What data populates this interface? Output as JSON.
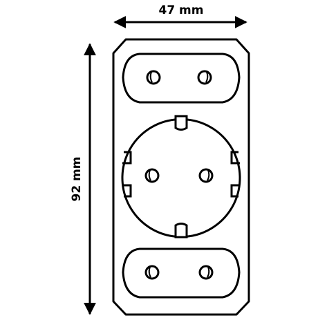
{
  "dimensions": {
    "width_label": "47 mm",
    "height_label": "92 mm"
  },
  "colors": {
    "line": "#000000",
    "background": "#ffffff"
  },
  "components": {
    "top_socket": "two-pin-euro-socket",
    "middle_socket": "schuko-socket",
    "bottom_socket": "two-pin-euro-socket"
  }
}
